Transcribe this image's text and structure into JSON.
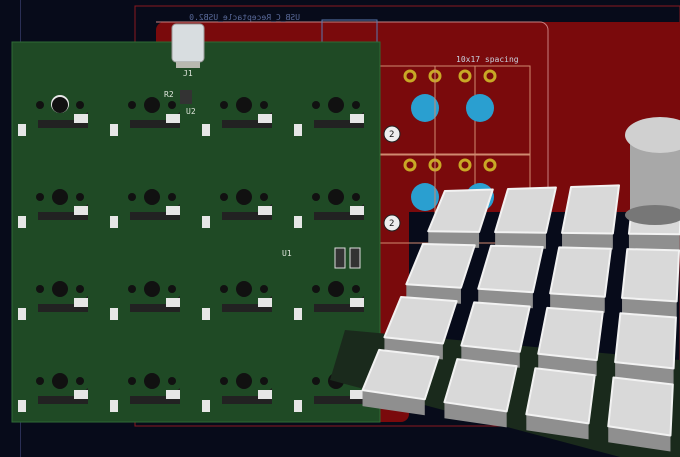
{
  "layout_view": {
    "footprint_title": "USB_C_Receptacle_USB2.0",
    "spacing_note": "10x17 spacing",
    "footprint_number": "2"
  },
  "render_view": {
    "refs": {
      "connector": "J1",
      "ic_top": "U2",
      "resistor": "R2",
      "ic_mid": "U1"
    }
  },
  "colors": {
    "background": "#070b1a",
    "copper_layer": "#7a0a0c",
    "board_green": "#1f4a25",
    "keycap": "#d9d9d9",
    "pad_gold": "#c8a826",
    "pad_cyan": "#2a9fd0"
  }
}
